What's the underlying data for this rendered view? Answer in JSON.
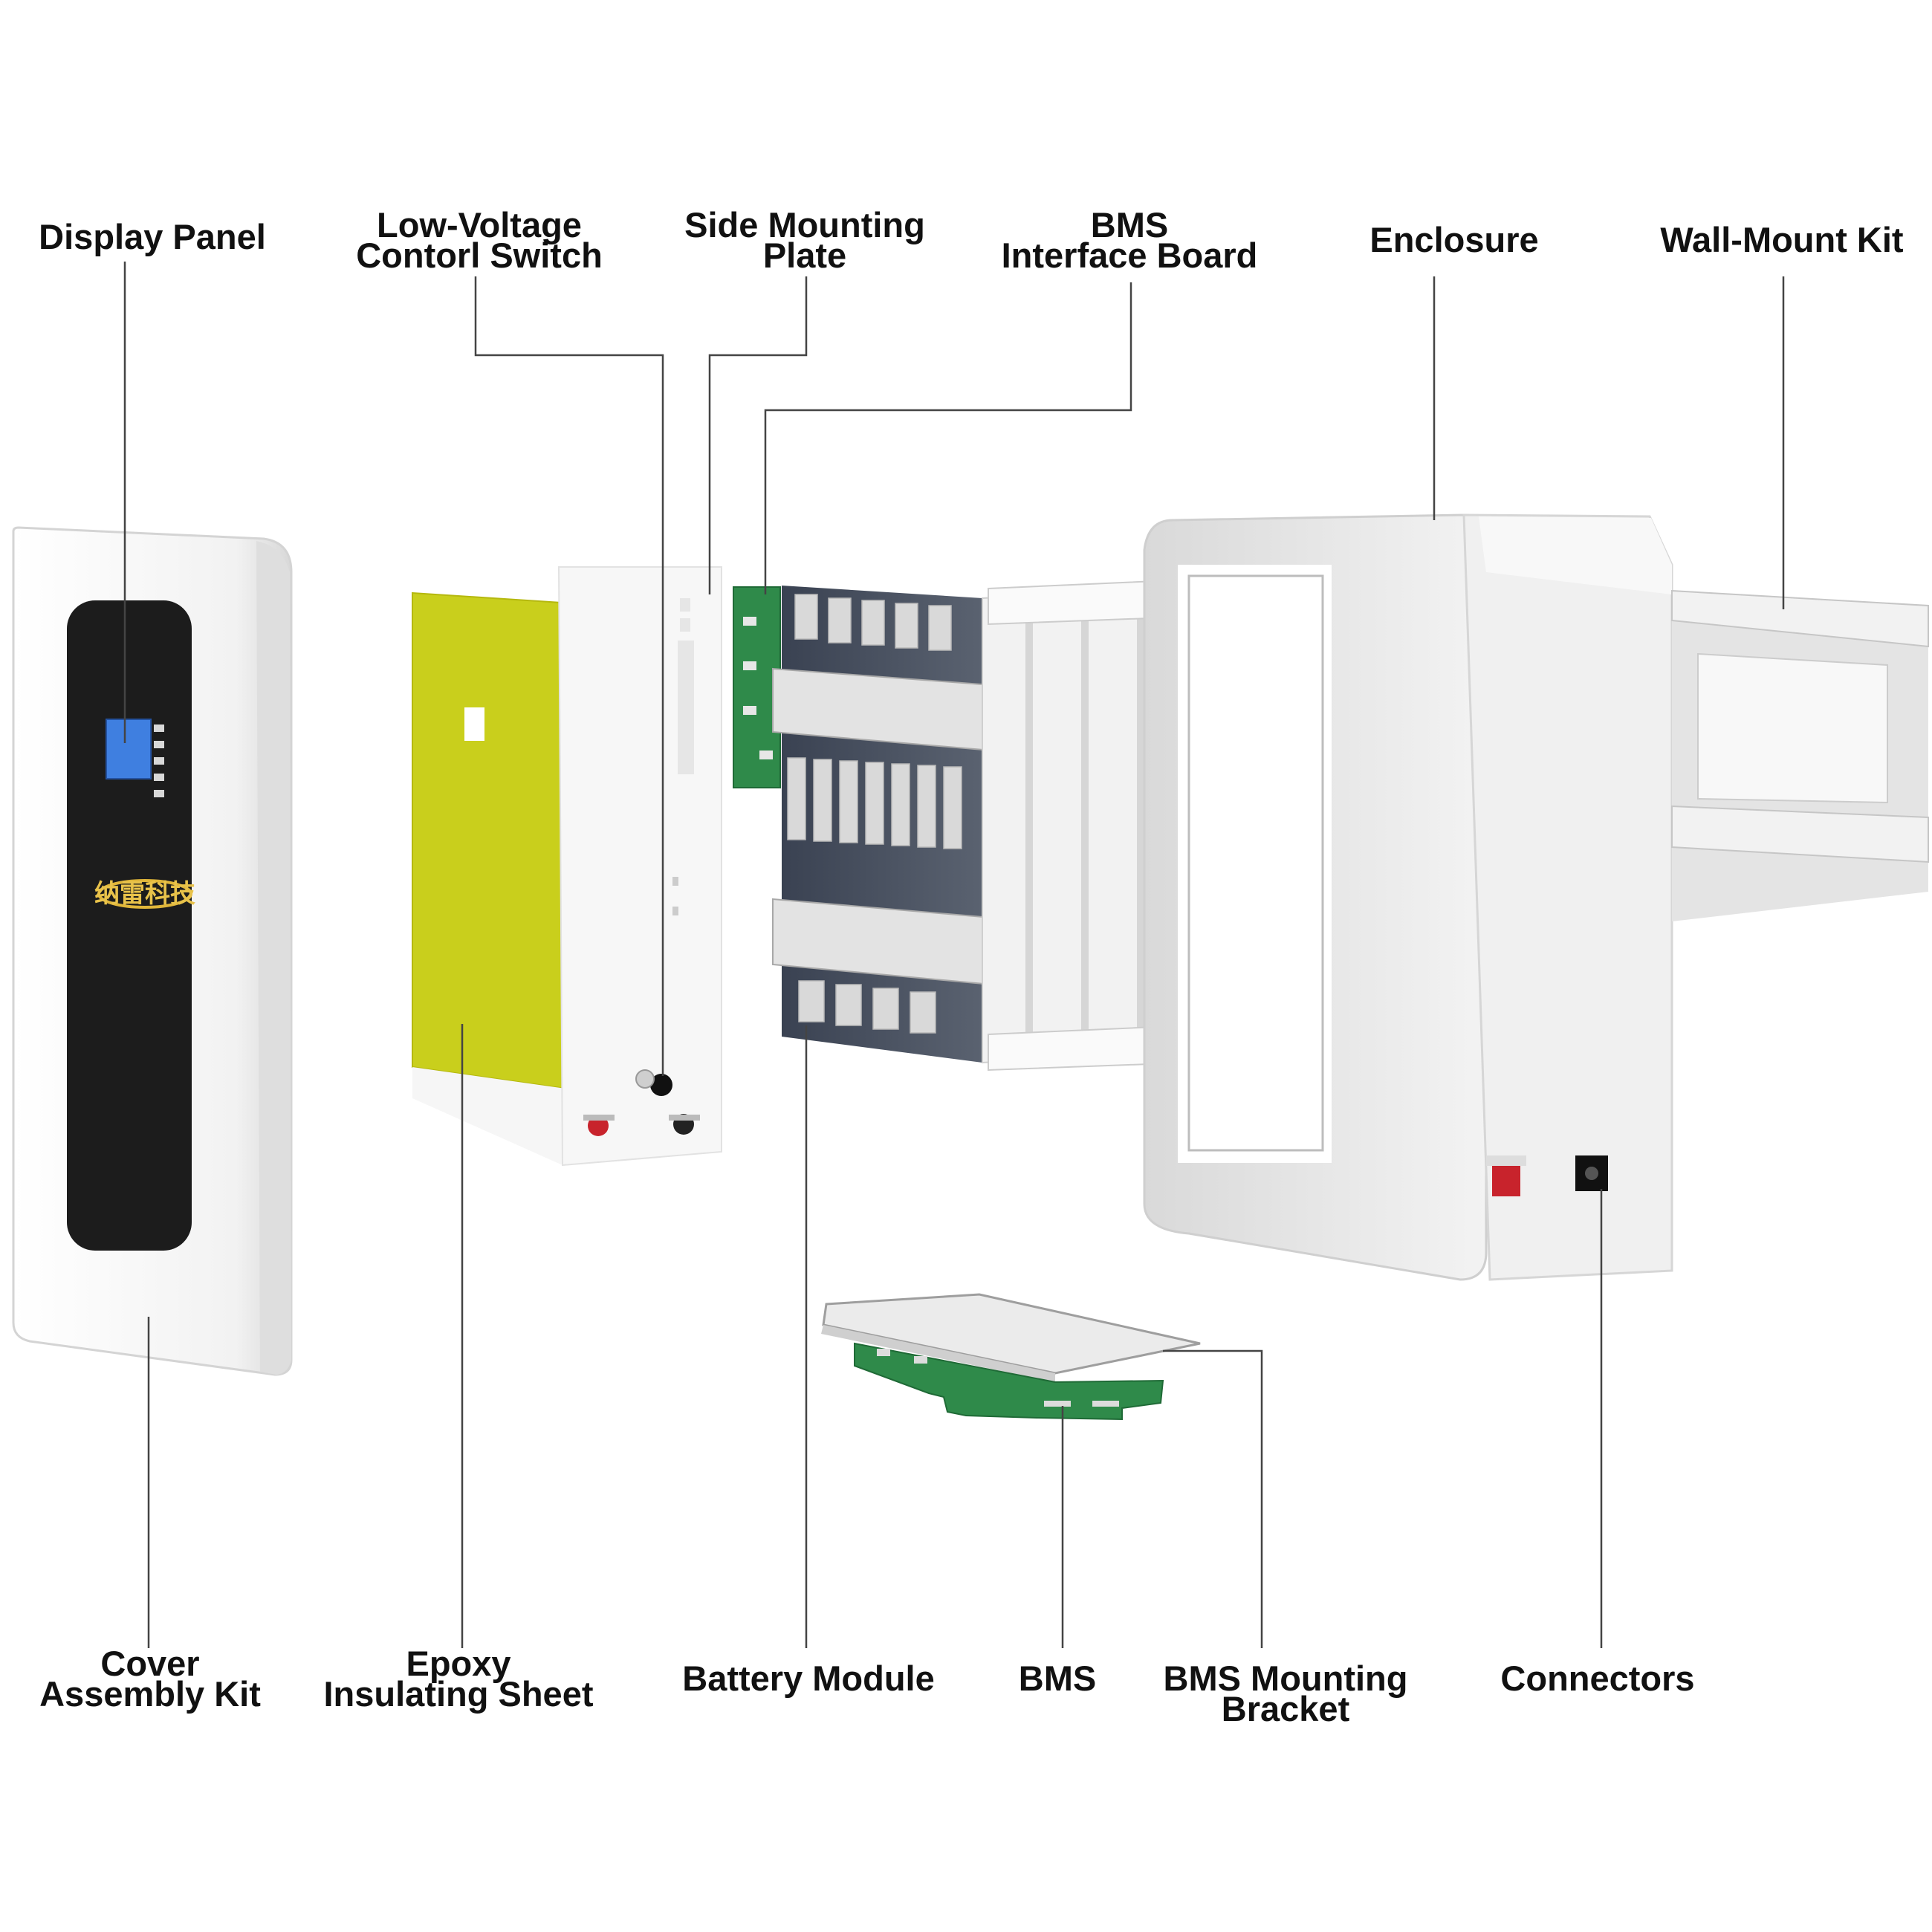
{
  "labels": {
    "display_panel": [
      "Display Panel"
    ],
    "low_voltage_switch": [
      "Low-Voltage",
      "Contorl Switch"
    ],
    "side_mounting_plate": [
      "Side Mounting",
      "Plate"
    ],
    "bms_interface_board": [
      "BMS",
      "Interface Board"
    ],
    "enclosure": [
      "Enclosure"
    ],
    "wall_mount_kit": [
      "Wall-Mount Kit"
    ],
    "cover_assembly_kit": [
      "Cover",
      "Assembly Kit"
    ],
    "epoxy_insulating_sheet": [
      "Epoxy",
      "Insulating Sheet"
    ],
    "battery_module": [
      "Battery Module"
    ],
    "bms": [
      "BMS"
    ],
    "bms_mounting_bracket": [
      "BMS Mounting",
      "Bracket"
    ],
    "connectors": [
      "Connectors"
    ]
  },
  "brand_logo_text": "纳雷科技",
  "colors": {
    "leader_line": "#444444",
    "cover_white": "#f4f4f4",
    "display_black": "#1c1c1c",
    "lcd_blue": "#3f7fe0",
    "epoxy_yellow": "#c9cf1c",
    "pcb_green": "#2f8a4a",
    "enclosure_grey": "#e6e6e6",
    "terminal_red": "#c8232c",
    "terminal_black": "#111111"
  }
}
